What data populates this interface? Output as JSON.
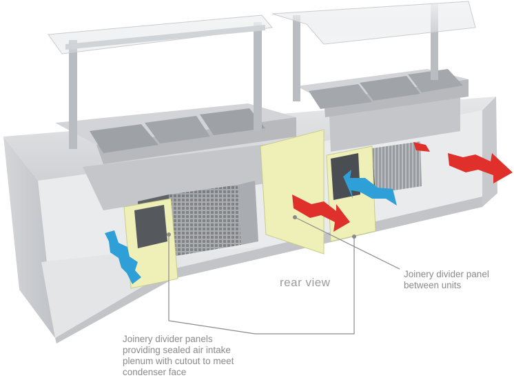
{
  "labels": {
    "rear_view": "rear view",
    "divider_between": [
      "Joinery divider panel",
      "between units"
    ],
    "divider_plenum": [
      "Joinery divider panels",
      "providing sealed air intake",
      "plenum with cutout to meet",
      "condenser face"
    ]
  },
  "colors": {
    "panel": "#eef0b8",
    "panel_edge": "#c9cc8a",
    "cabinet": "#d9dadc",
    "cabinet_dark": "#b8babd",
    "steel": "#c8ccd0",
    "hot_air": "#e0302b",
    "cool_air": "#2f9fd8",
    "leader": "#8a8a8a"
  }
}
